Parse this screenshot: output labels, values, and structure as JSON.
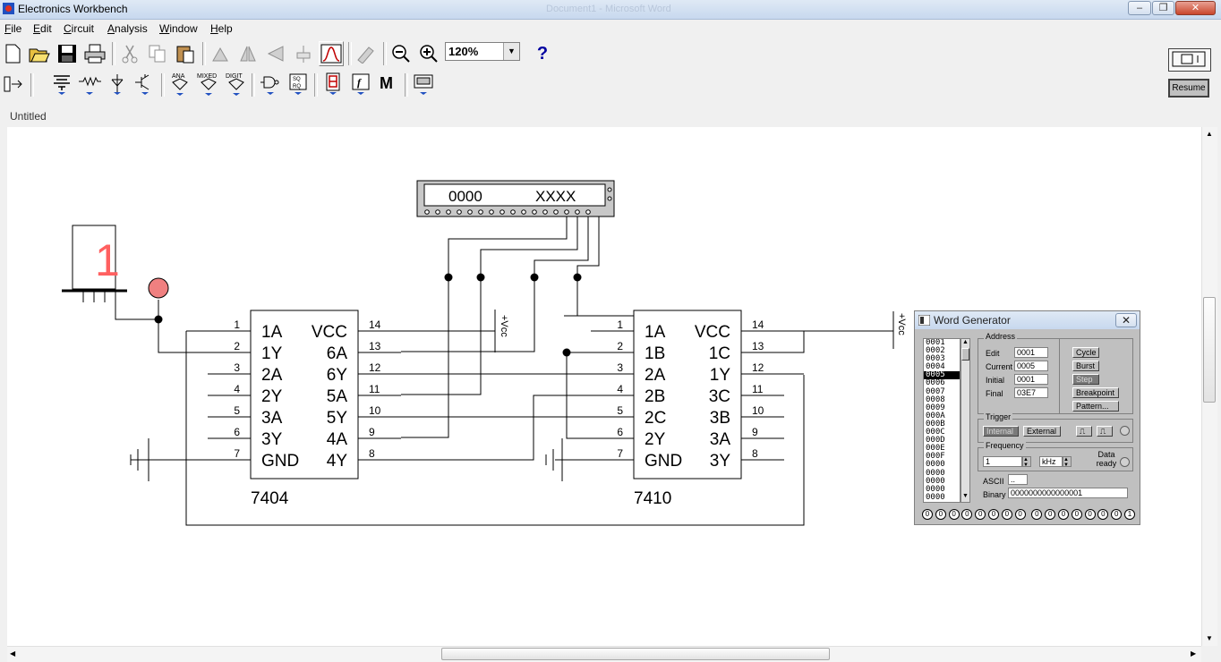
{
  "window": {
    "title": "Electronics Workbench",
    "ghost_title": "Document1 - Microsoft Word"
  },
  "menu": [
    "File",
    "Edit",
    "Circuit",
    "Analysis",
    "Window",
    "Help"
  ],
  "toolbar": {
    "zoom_value": "120%",
    "help_label": "?",
    "resume_label": "Resume"
  },
  "parts_bin": {
    "ana": "ANA",
    "mixed": "MIXED",
    "digit": "DIGIT",
    "m_label": "M",
    "f_label": "f"
  },
  "document": {
    "title": "Untitled"
  },
  "circuit": {
    "logic_analyzer": {
      "left_readout": "0000",
      "right_readout": "XXXX"
    },
    "seven_seg": {
      "digit": "1"
    },
    "vcc_label": "+Vcc",
    "chip_7404": {
      "name": "7404",
      "left_pins": [
        {
          "num": "1",
          "label": "1A"
        },
        {
          "num": "2",
          "label": "1Y"
        },
        {
          "num": "3",
          "label": "2A"
        },
        {
          "num": "4",
          "label": "2Y"
        },
        {
          "num": "5",
          "label": "3A"
        },
        {
          "num": "6",
          "label": "3Y"
        },
        {
          "num": "7",
          "label": "GND"
        }
      ],
      "right_pins": [
        {
          "num": "14",
          "label": "VCC"
        },
        {
          "num": "13",
          "label": "6A"
        },
        {
          "num": "12",
          "label": "6Y"
        },
        {
          "num": "11",
          "label": "5A"
        },
        {
          "num": "10",
          "label": "5Y"
        },
        {
          "num": "9",
          "label": "4A"
        },
        {
          "num": "8",
          "label": "4Y"
        }
      ]
    },
    "chip_7410": {
      "name": "7410",
      "left_pins": [
        {
          "num": "1",
          "label": "1A"
        },
        {
          "num": "2",
          "label": "1B"
        },
        {
          "num": "3",
          "label": "2A"
        },
        {
          "num": "4",
          "label": "2B"
        },
        {
          "num": "5",
          "label": "2C"
        },
        {
          "num": "6",
          "label": "2Y"
        },
        {
          "num": "7",
          "label": "GND"
        }
      ],
      "right_pins": [
        {
          "num": "14",
          "label": "VCC"
        },
        {
          "num": "13",
          "label": "1C"
        },
        {
          "num": "12",
          "label": "1Y"
        },
        {
          "num": "11",
          "label": "3C"
        },
        {
          "num": "10",
          "label": "3B"
        },
        {
          "num": "9",
          "label": "3A"
        },
        {
          "num": "8",
          "label": "3Y"
        }
      ]
    }
  },
  "word_generator": {
    "title": "Word Generator",
    "words": [
      "0001",
      "0002",
      "0003",
      "0004",
      "0005",
      "0006",
      "0007",
      "0008",
      "0009",
      "000A",
      "000B",
      "000C",
      "000D",
      "000E",
      "000F",
      "0000",
      "0000",
      "0000",
      "0000",
      "0000"
    ],
    "selected_index": 4,
    "address_label": "Address",
    "edit_label": "Edit",
    "edit_value": "0001",
    "current_label": "Current",
    "current_value": "0005",
    "initial_label": "Initial",
    "initial_value": "0001",
    "final_label": "Final",
    "final_value": "03E7",
    "buttons": {
      "cycle": "Cycle",
      "burst": "Burst",
      "step": "Step",
      "breakpoint": "Breakpoint",
      "pattern": "Pattern..."
    },
    "trigger_label": "Trigger",
    "internal": "Internal",
    "external": "External",
    "frequency_label": "Frequency",
    "frequency_value": "1",
    "frequency_unit": "kHz",
    "data_ready": "Data ready",
    "ascii_label": "ASCII",
    "ascii_value": "..",
    "binary_label": "Binary",
    "binary_value": "0000000000000001",
    "bits": [
      "0",
      "0",
      "0",
      "0",
      "0",
      "0",
      "0",
      "0",
      "0",
      "0",
      "0",
      "0",
      "0",
      "0",
      "0",
      "1"
    ]
  }
}
